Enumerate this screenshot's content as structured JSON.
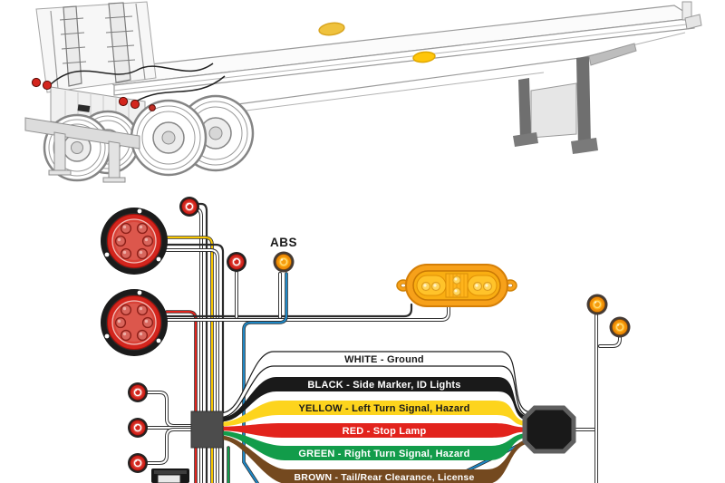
{
  "abs": {
    "label": "ABS"
  },
  "wiring": {
    "bands": [
      {
        "name": "white",
        "label": "WHITE - Ground",
        "fill": "#ffffff",
        "text_color": "#1a1a1a"
      },
      {
        "name": "black",
        "label": "BLACK - Side Marker, ID Lights",
        "fill": "#1a1a1a",
        "text_color": "#ffffff"
      },
      {
        "name": "yellow",
        "label": "YELLOW - Left Turn Signal, Hazard",
        "fill": "#fdd41d",
        "text_color": "#1a1a1a"
      },
      {
        "name": "red",
        "label": "RED - Stop Lamp",
        "fill": "#e2231c",
        "text_color": "#ffffff"
      },
      {
        "name": "green",
        "label": "GREEN - Right Turn Signal, Hazard",
        "fill": "#129c4a",
        "text_color": "#ffffff"
      },
      {
        "name": "brown",
        "label": "BROWN - Tail/Rear Clearance, License",
        "fill": "#74491f",
        "text_color": "#ffffff"
      }
    ],
    "abs_wire_color": "#1e87c5",
    "yellow_wire_color": "#f7c600",
    "red_wire_color": "#e2231c",
    "green_wire_color": "#129c4a"
  },
  "palette": {
    "tail_light_lens": "#d3251d",
    "marker_red": "#d3251d",
    "marker_amber": "#f59d0f",
    "oval_lamp_amber": "#f7a11a",
    "junction_box": "#4c4c4c",
    "nose_box": "#191919"
  }
}
